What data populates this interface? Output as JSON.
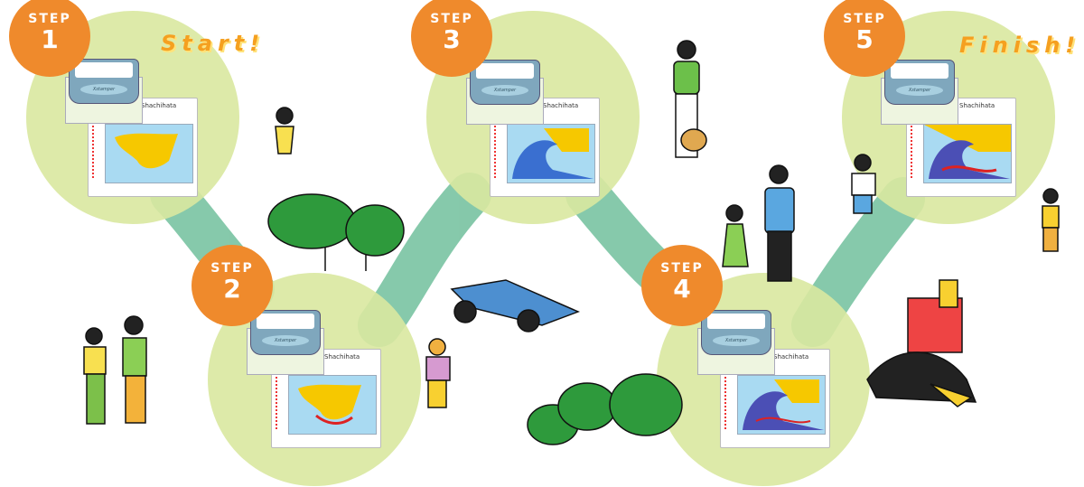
{
  "steps": [
    {
      "label": "STEP",
      "number": "1",
      "stage": "wave-outline"
    },
    {
      "label": "STEP",
      "number": "2",
      "stage": "red-lines"
    },
    {
      "label": "STEP",
      "number": "3",
      "stage": "blue-layer"
    },
    {
      "label": "STEP",
      "number": "4",
      "stage": "purple-layer"
    },
    {
      "label": "STEP",
      "number": "5",
      "stage": "complete"
    }
  ],
  "start_label": "Start!",
  "finish_label": "Finish!",
  "card_brand": "Shachihata",
  "stamp_logo": "Xstamper",
  "colors": {
    "badge": "#ef8a2c",
    "circle": "#d9e8a0",
    "path": "#7fc6a6",
    "title": "#f5a020",
    "tree": "#2e9a3c"
  }
}
